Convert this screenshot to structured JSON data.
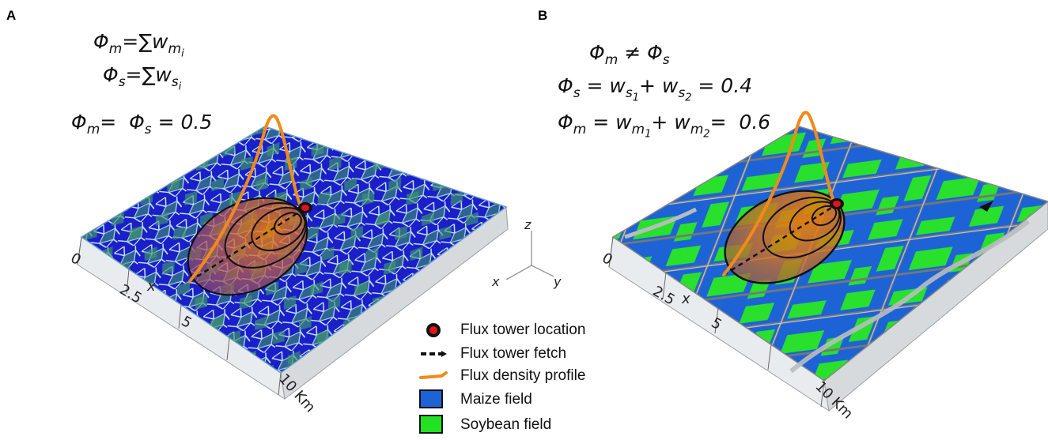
{
  "panel_a": {
    "label": "A",
    "eq1": {
      "lhs": "Φ",
      "lhs_sub": "m",
      "mid": "=∑w",
      "mid_sub": "m",
      "mid_subsub": "i"
    },
    "eq2": {
      "lhs": "Φ",
      "lhs_sub": "s",
      "mid": "=∑w",
      "mid_sub": "s",
      "mid_subsub": "i"
    },
    "eq3": {
      "lhs": "Φ",
      "lhs_sub": "m",
      "mid": "=  Φ",
      "mid_sub": "s",
      "rest": " = 0.5"
    },
    "axis_ticks": [
      "0",
      "2.5",
      "5",
      "10 Km"
    ],
    "axis_letter": "x"
  },
  "panel_b": {
    "label": "B",
    "eq1": {
      "a": "Φ",
      "a_sub": "m",
      "ne": " ≠ Φ",
      "b_sub": "s"
    },
    "eq2": {
      "a": "Φ",
      "a_sub": "s",
      "t1": " = w",
      "t1_sub": "s",
      "t1_subsub": "1",
      "t2": "+ w",
      "t2_sub": "s",
      "t2_subsub": "2",
      "rest": " = 0.4"
    },
    "eq3": {
      "a": "Φ",
      "a_sub": "m",
      "t1": " = w",
      "t1_sub": "m",
      "t1_subsub": "1",
      "t2": "+ w",
      "t2_sub": "m",
      "t2_subsub": "2",
      "rest": "=  0.6"
    },
    "axis_ticks": [
      "0",
      "2.5",
      "5",
      "10 Km"
    ],
    "axis_letter": "x"
  },
  "axes_glyph": {
    "z": "z",
    "x": "x",
    "y": "y"
  },
  "legend": [
    {
      "label": "Flux tower location",
      "icon": "tower-marker-icon"
    },
    {
      "label": "Flux tower fetch",
      "icon": "dashed-arrow-icon"
    },
    {
      "label": "Flux density profile",
      "icon": "orange-line-icon"
    },
    {
      "label": "Maize field",
      "icon": "blue-swatch-icon",
      "color": "#1e63d6"
    },
    {
      "label": "Soybean field",
      "icon": "green-swatch-icon",
      "color": "#22e022"
    }
  ],
  "colors": {
    "maize_a": "#1a1fc8",
    "soy_a": "#3f9a6a",
    "maize_b": "#1e63d6",
    "soy_b": "#29e02d",
    "profile": "#f08a1a",
    "tower": "#e0141a"
  }
}
